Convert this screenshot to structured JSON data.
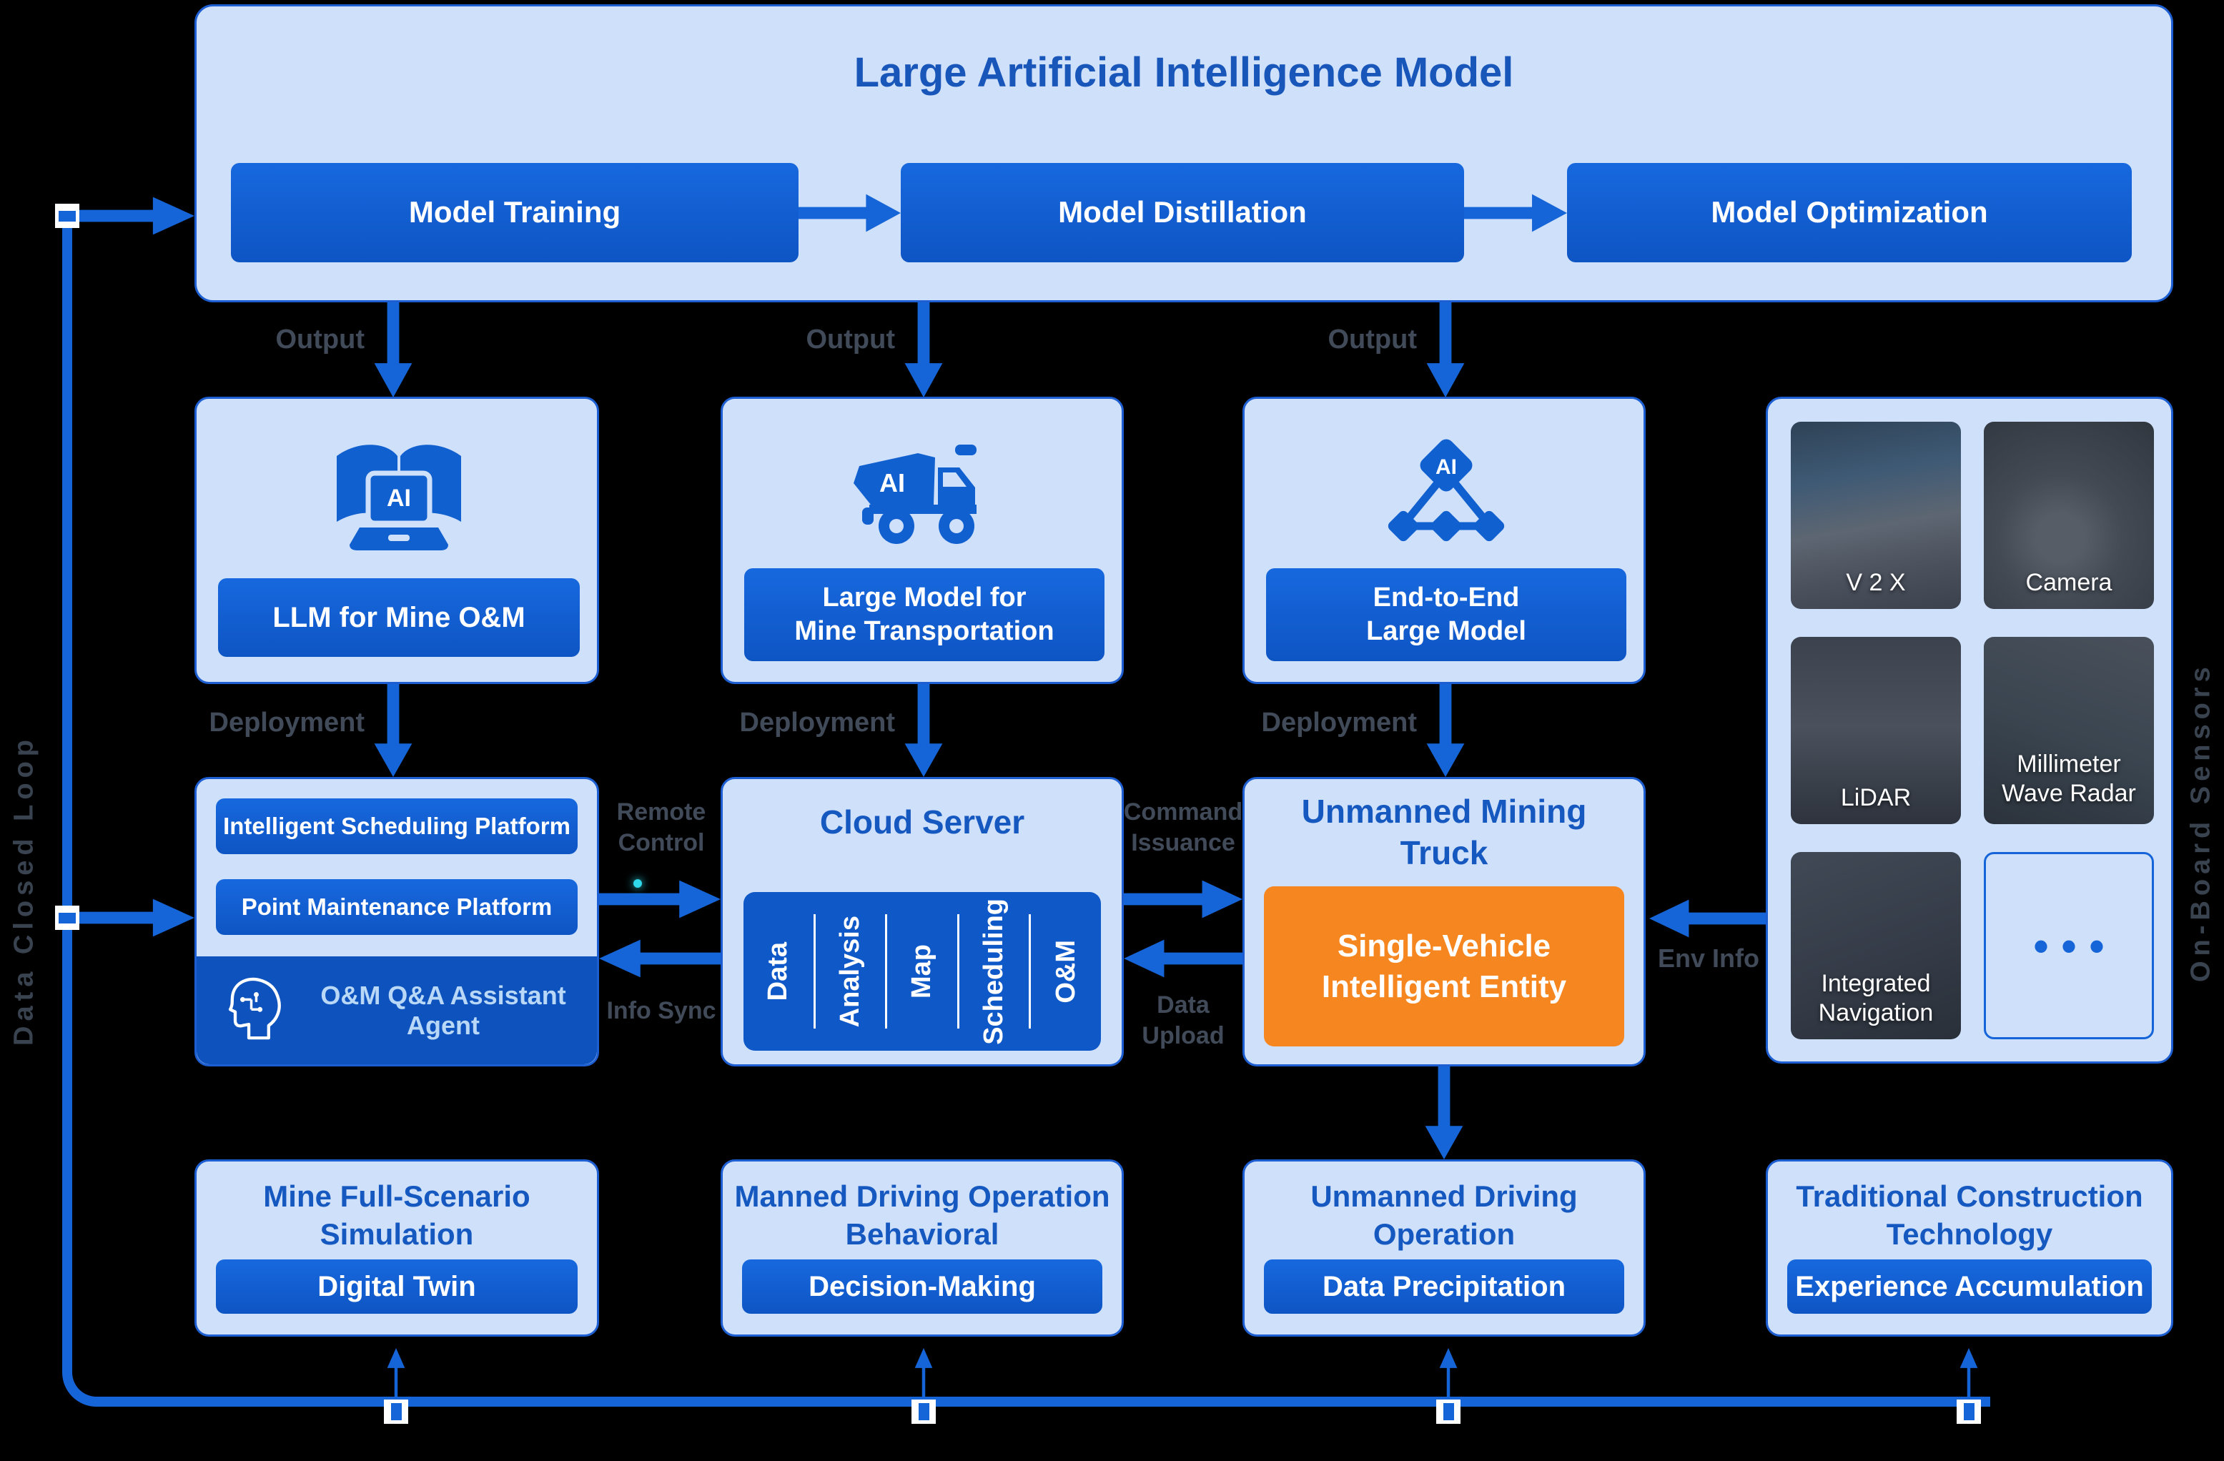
{
  "title": "Large Artificial Intelligence Model",
  "pipeline": {
    "training": "Model Training",
    "distillation": "Model Distillation",
    "optimization": "Model Optimization"
  },
  "labels": {
    "output": "Output",
    "deployment": "Deployment",
    "remote_control": "Remote\nControl",
    "info_sync": "Info Sync",
    "command_issuance": "Command\nIssuance",
    "data_upload": "Data\nUpload",
    "env_info": "Env Info",
    "data_closed_loop": "Data Closed Loop",
    "on_board_sensors": "On-Board Sensors"
  },
  "models": {
    "llm": {
      "icon": "ai-book-laptop-icon",
      "button": "LLM for Mine O&M"
    },
    "transport": {
      "icon": "ai-dump-truck-icon",
      "button": "Large Model for\nMine Transportation"
    },
    "e2e": {
      "icon": "ai-network-icon",
      "button": "End-to-End\nLarge Model"
    }
  },
  "sensors": {
    "tiles": [
      {
        "label": "V 2 X"
      },
      {
        "label": "Camera"
      },
      {
        "label": "LiDAR"
      },
      {
        "label": "Millimeter\nWave Radar"
      },
      {
        "label": "Integrated\nNavigation"
      },
      {
        "label": "•••"
      }
    ]
  },
  "platforms": {
    "scheduling": "Intelligent Scheduling Platform",
    "maintenance": "Point Maintenance Platform",
    "agent": "O&M Q&A Assistant Agent"
  },
  "cloud": {
    "title": "Cloud Server",
    "modules": [
      "Data",
      "Analysis",
      "Map",
      "Scheduling",
      "O&M"
    ]
  },
  "truck": {
    "title": "Unmanned Mining\nTruck",
    "entity": "Single-Vehicle\nIntelligent Entity"
  },
  "bottom": [
    {
      "title": "Mine Full-Scenario\nSimulation",
      "button": "Digital Twin"
    },
    {
      "title": "Manned Driving Operation\nBehavioral",
      "button": "Decision-Making"
    },
    {
      "title": "Unmanned Driving\nOperation",
      "button": "Data Precipitation"
    },
    {
      "title": "Traditional Construction\nTechnology",
      "button": "Experience Accumulation"
    }
  ],
  "colors": {
    "background": "#000000",
    "card_bg": "#cfe0fb",
    "primary_blue": "#1160d0",
    "arrow_blue": "#1565d8",
    "title_blue": "#1856ba",
    "heading_blue": "#1558c0",
    "orange": "#f6861f",
    "gray_label": "#414a59",
    "agent_bg": "#0d52bd",
    "agent_text": "#b9d8f8",
    "teal_dot": "#2fd9ea"
  }
}
